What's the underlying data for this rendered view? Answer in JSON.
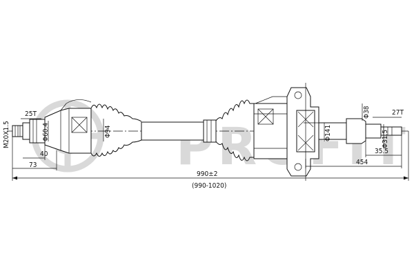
{
  "brand": {
    "watermark": "PROFIT",
    "watermark_color": "#d9d9d9"
  },
  "drawing": {
    "line_color": "#111111",
    "dimensions": {
      "thread": "M20X1.5",
      "spline_left": "25T",
      "diameter_left": "Φ60.4",
      "length_40": "40",
      "length_73": "73",
      "diameter_94": "Φ94",
      "diameter_141": "Φ141",
      "diameter_38": "Φ38",
      "spline_right": "27T",
      "diameter_31_5": "Φ31.5",
      "length_35_5": "35.5",
      "length_454": "454",
      "total_length": "990±2",
      "total_range": "(990-1020)"
    }
  }
}
